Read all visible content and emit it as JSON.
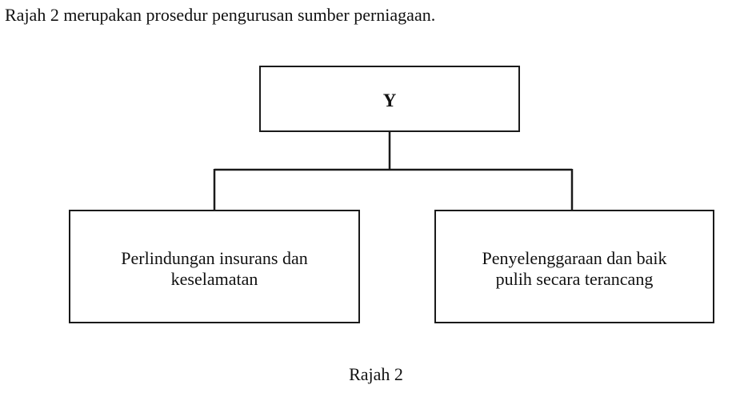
{
  "intro_text": "Rajah 2 merupakan prosedur pengurusan sumber perniagaan.",
  "diagram": {
    "top_box": "Y",
    "children": [
      {
        "label": "Perlindungan insurans dan\nkeselamatan"
      },
      {
        "label": "Penyelenggaraan dan baik\npulih secara terancang"
      }
    ]
  },
  "caption": "Rajah 2",
  "colors": {
    "line": "#1a1a1a",
    "text": "#111111",
    "background": "#ffffff"
  }
}
